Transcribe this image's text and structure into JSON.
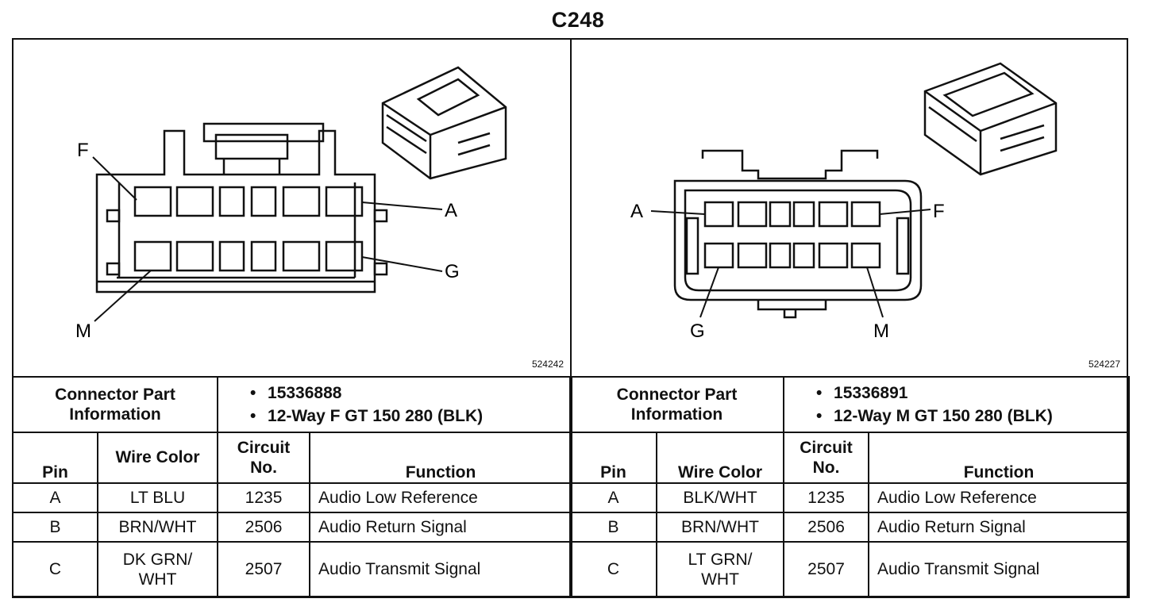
{
  "title": "C248",
  "left": {
    "figure_number": "524242",
    "pin_labels": {
      "top_left": "F",
      "top_right": "A",
      "bottom_right": "G",
      "bottom_left": "M"
    },
    "part_info": {
      "label": "Connector Part Information",
      "items": [
        "15336888",
        "12-Way F GT 150 280 (BLK)"
      ]
    },
    "headers": {
      "pin": "Pin",
      "wire_color": "Wire Color",
      "circuit": "Circuit No.",
      "function": "Function"
    },
    "rows": [
      {
        "pin": "A",
        "wire_color": "LT BLU",
        "circuit": "1235",
        "function": "Audio Low Reference"
      },
      {
        "pin": "B",
        "wire_color": "BRN/WHT",
        "circuit": "2506",
        "function": "Audio Return Signal"
      },
      {
        "pin": "C",
        "wire_color": "DK GRN/ WHT",
        "circuit": "2507",
        "function": "Audio Transmit Signal"
      }
    ]
  },
  "right": {
    "figure_number": "524227",
    "pin_labels": {
      "top_left": "A",
      "top_right": "F",
      "bottom_left": "G",
      "bottom_right": "M"
    },
    "part_info": {
      "label": "Connector Part Information",
      "items": [
        "15336891",
        "12-Way M GT 150 280 (BLK)"
      ]
    },
    "headers": {
      "pin": "Pin",
      "wire_color": "Wire Color",
      "circuit": "Circuit No.",
      "function": "Function"
    },
    "rows": [
      {
        "pin": "A",
        "wire_color": "BLK/WHT",
        "circuit": "1235",
        "function": "Audio Low Reference"
      },
      {
        "pin": "B",
        "wire_color": "BRN/WHT",
        "circuit": "2506",
        "function": "Audio Return Signal"
      },
      {
        "pin": "C",
        "wire_color": "LT GRN/ WHT",
        "circuit": "2507",
        "function": "Audio Transmit Signal"
      }
    ]
  }
}
